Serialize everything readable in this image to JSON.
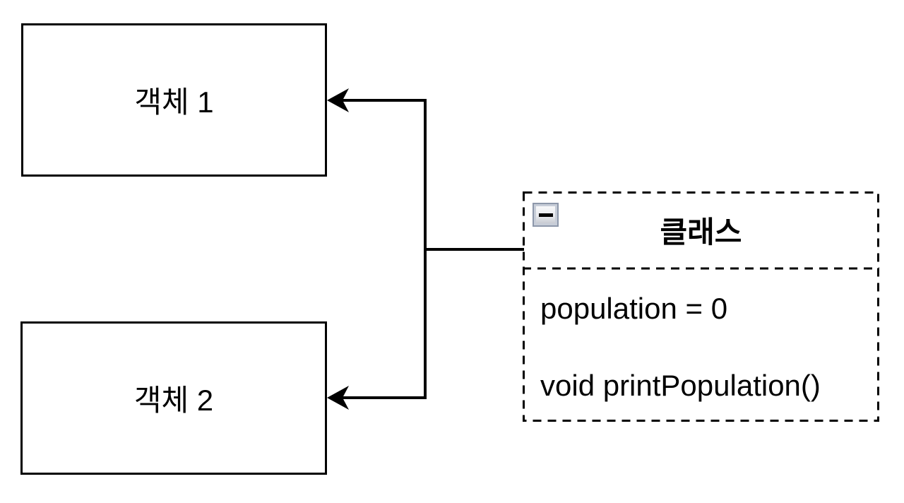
{
  "diagram": {
    "object1": {
      "label": "객체 1"
    },
    "object2": {
      "label": "객체 2"
    },
    "class_box": {
      "title": "클래스",
      "collapse_icon": "minus-icon",
      "field": "population = 0",
      "method": "void printPopulation()"
    },
    "colors": {
      "stroke": "#000000",
      "background": "#ffffff",
      "button_border": "#8d97aa",
      "button_frame": "#c7cdd8",
      "button_fill_top": "#fcfcfd",
      "button_fill_bottom": "#bfc3cb"
    }
  }
}
